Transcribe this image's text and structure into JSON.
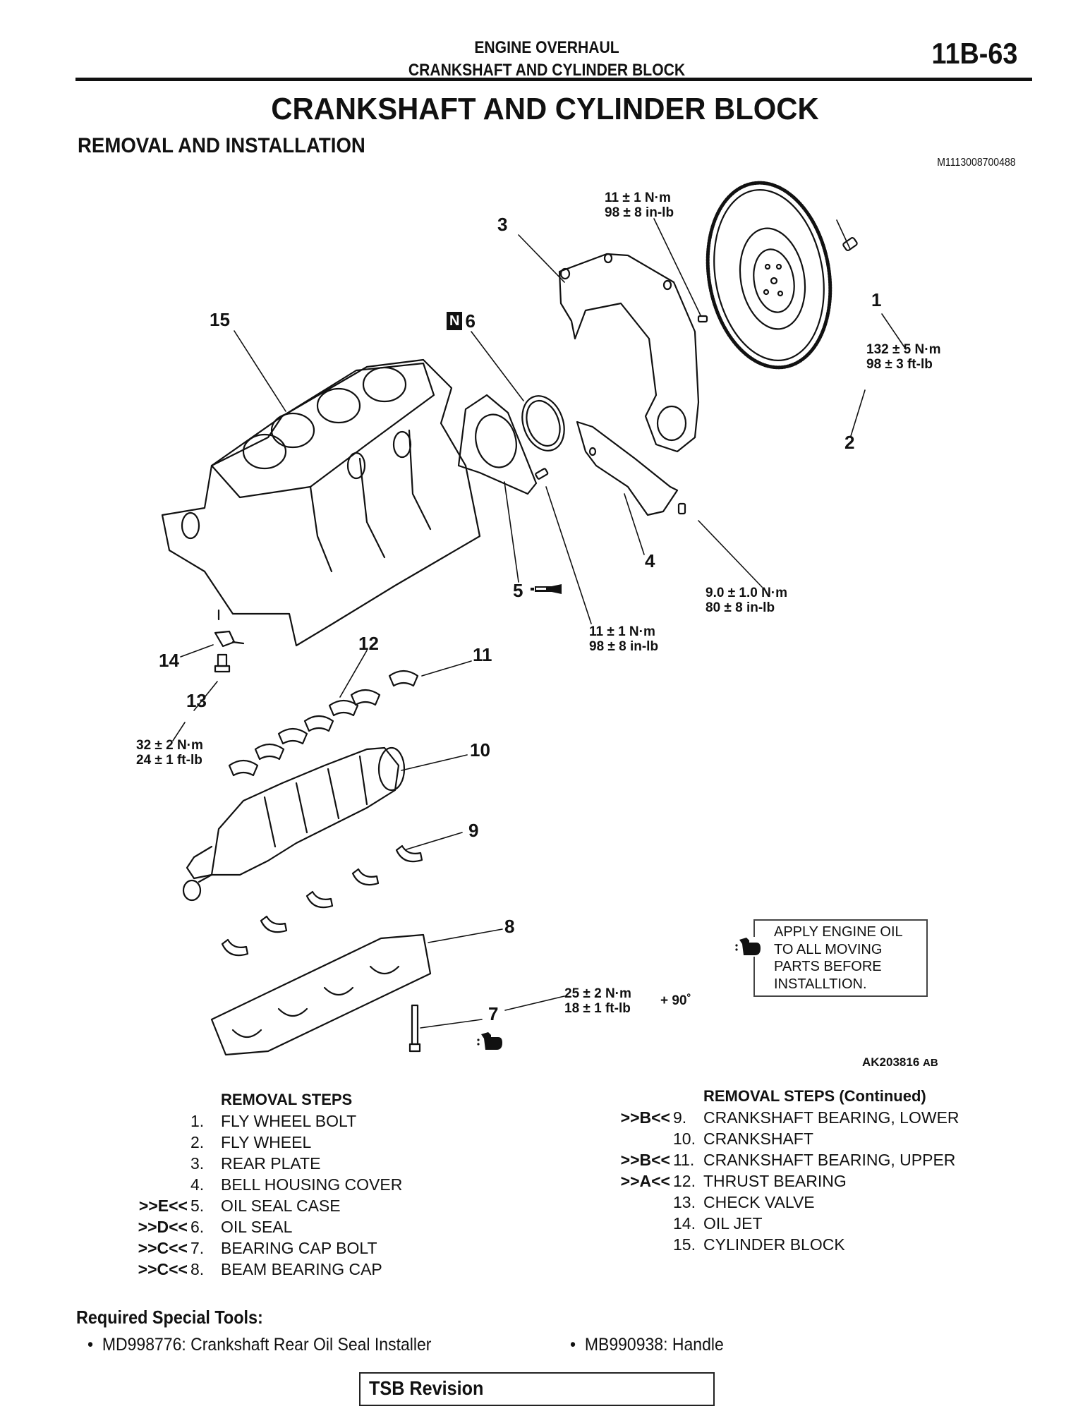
{
  "header": {
    "section": "ENGINE OVERHAUL",
    "subsection": "CRANKSHAFT AND CYLINDER BLOCK",
    "page_number": "11B-63"
  },
  "title": "CRANKSHAFT AND CYLINDER BLOCK",
  "subtitle": "REMOVAL AND INSTALLATION",
  "doc_code": "M1113008700488",
  "diagram": {
    "figure_code_main": "AK203816",
    "figure_code_suffix": "AB",
    "callouts": {
      "c1": "1",
      "c2": "2",
      "c3": "3",
      "c4": "4",
      "c5": "5",
      "c6": "6",
      "c7": "7",
      "c8": "8",
      "c9": "9",
      "c10": "10",
      "c11": "11",
      "c12": "12",
      "c13": "13",
      "c14": "14",
      "c15": "15",
      "new_part_marker": "N"
    },
    "torques": {
      "rear_plate_bolt": {
        "metric": "11 ± 1 N·m",
        "imperial": "98 ± 8 in-lb"
      },
      "flywheel_bolt": {
        "metric": "132 ± 5 N·m",
        "imperial": "98 ± 3 ft-lb"
      },
      "bell_housing_bolt": {
        "metric": "9.0 ± 1.0 N·m",
        "imperial": "80 ± 8 in-lb"
      },
      "oil_seal_case_bolt": {
        "metric": "11 ± 1 N·m",
        "imperial": "98 ± 8 in-lb"
      },
      "check_valve": {
        "metric": "32 ± 2 N·m",
        "imperial": "24 ± 1 ft-lb"
      },
      "bearing_cap_bolt": {
        "metric": "25 ± 2 N·m",
        "imperial": "18 ± 1 ft-lb",
        "extra": "+ 90˚"
      }
    },
    "oil_note": [
      "APPLY ENGINE OIL",
      "TO ALL MOVING",
      "PARTS BEFORE",
      "INSTALLTION."
    ]
  },
  "removal_steps": {
    "heading": "REMOVAL STEPS",
    "items": [
      {
        "mark": "",
        "num": "1.",
        "label": "FLY WHEEL BOLT"
      },
      {
        "mark": "",
        "num": "2.",
        "label": "FLY WHEEL"
      },
      {
        "mark": "",
        "num": "3.",
        "label": "REAR PLATE"
      },
      {
        "mark": "",
        "num": "4.",
        "label": "BELL HOUSING COVER"
      },
      {
        "mark": ">>E<<",
        "num": "5.",
        "label": "OIL SEAL CASE"
      },
      {
        "mark": ">>D<<",
        "num": "6.",
        "label": "OIL SEAL"
      },
      {
        "mark": ">>C<<",
        "num": "7.",
        "label": "BEARING CAP BOLT"
      },
      {
        "mark": ">>C<<",
        "num": "8.",
        "label": "BEAM BEARING CAP"
      }
    ]
  },
  "removal_steps_continued": {
    "heading": "REMOVAL STEPS (Continued)",
    "items": [
      {
        "mark": ">>B<<",
        "num": "9.",
        "label": "CRANKSHAFT BEARING, LOWER"
      },
      {
        "mark": "",
        "num": "10.",
        "label": "CRANKSHAFT"
      },
      {
        "mark": ">>B<<",
        "num": "11.",
        "label": "CRANKSHAFT BEARING, UPPER"
      },
      {
        "mark": ">>A<<",
        "num": "12.",
        "label": "THRUST BEARING"
      },
      {
        "mark": "",
        "num": "13.",
        "label": "CHECK VALVE"
      },
      {
        "mark": "",
        "num": "14.",
        "label": "OIL JET"
      },
      {
        "mark": "",
        "num": "15.",
        "label": "CYLINDER BLOCK"
      }
    ]
  },
  "special_tools": {
    "heading": "Required Special Tools:",
    "items": [
      "MD998776: Crankshaft Rear Oil Seal Installer",
      "MB990938: Handle"
    ]
  },
  "footer": {
    "tsb_label": "TSB Revision"
  }
}
